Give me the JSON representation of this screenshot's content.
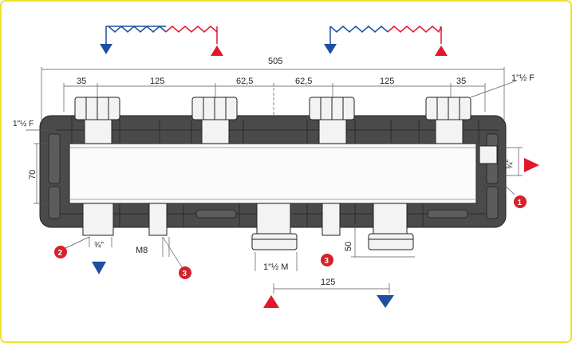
{
  "dimensions": {
    "overall_length": "505",
    "seg_35_left": "35",
    "seg_125_left": "125",
    "seg_62_left": "62,5",
    "seg_62_right": "62,5",
    "seg_125_right": "125",
    "seg_35_right": "35",
    "height": "70",
    "outlet_depth": "50",
    "bottom_spacing": "125"
  },
  "thread_labels": {
    "top_right": "1\"½ F",
    "left_upper": "1\"½ F",
    "right_side": "¾\"",
    "bottom_left": "¾\"",
    "bottom_center": "1\"½ M",
    "mount": "M8"
  },
  "markers": {
    "m1": "1",
    "m2": "2",
    "m3a": "3",
    "m3b": "3"
  },
  "colors": {
    "supply": "#e0192b",
    "return": "#1e4fa0",
    "badge": "#d7202a",
    "body": "#4a4a4a",
    "border": "#f0e030"
  }
}
